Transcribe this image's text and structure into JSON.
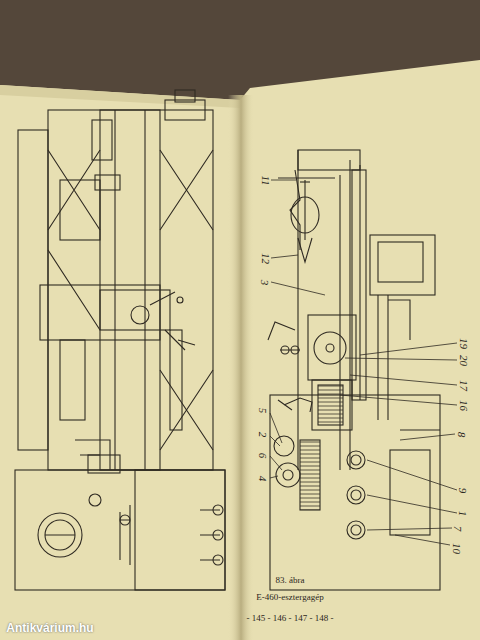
{
  "diagram": {
    "caption": "83. ábra",
    "labels": [
      "11",
      "12",
      "3",
      "19",
      "20",
      "17",
      "16",
      "5",
      "2",
      "6",
      "4",
      "8",
      "9",
      "1",
      "7",
      "10",
      "E-460-esztergagép",
      "- 145 - 146 - 147 - 148 -",
      "Antikvárium.hu"
    ]
  }
}
